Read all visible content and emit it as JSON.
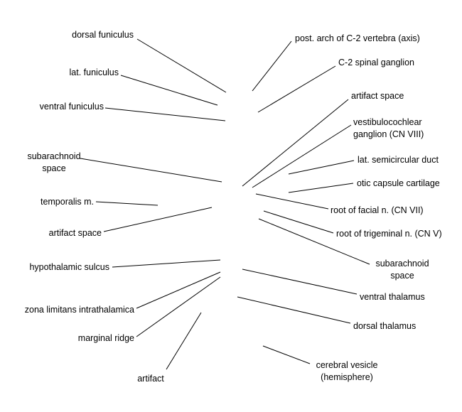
{
  "labels": {
    "dorsal_funiculus": "dorsal funiculus",
    "lat_funiculus": "lat. funiculus",
    "ventral_funiculus": "ventral funiculus",
    "subarachnoid_space_left_1": "subarachnoid",
    "subarachnoid_space_left_2": "space",
    "temporalis_m": "temporalis m.",
    "artifact_space_left": "artifact space",
    "hypothalamic_sulcus": "hypothalamic sulcus",
    "zona_limitans": "zona limitans intrathalamica",
    "marginal_ridge": "marginal ridge",
    "artifact": "artifact",
    "post_arch_c2": "post. arch of C-2 vertebra (axis)",
    "c2_spinal_ganglion": "C-2 spinal ganglion",
    "artifact_space_right": "artifact space",
    "vestibulocochlear_1": "vestibulocochlear",
    "vestibulocochlear_2": "ganglion (CN VIII)",
    "lat_semicircular_duct": "lat. semicircular duct",
    "otic_capsule_cartilage": "otic capsule cartilage",
    "root_facial_n": "root of facial n. (CN VII)",
    "root_trigeminal_n": "root of trigeminal n. (CN V)",
    "subarachnoid_space_right_1": "subarachnoid",
    "subarachnoid_space_right_2": "space",
    "ventral_thalamus": "ventral thalamus",
    "dorsal_thalamus": "dorsal thalamus",
    "cerebral_vesicle_1": "cerebral vesicle",
    "cerebral_vesicle_2": "(hemisphere)"
  }
}
